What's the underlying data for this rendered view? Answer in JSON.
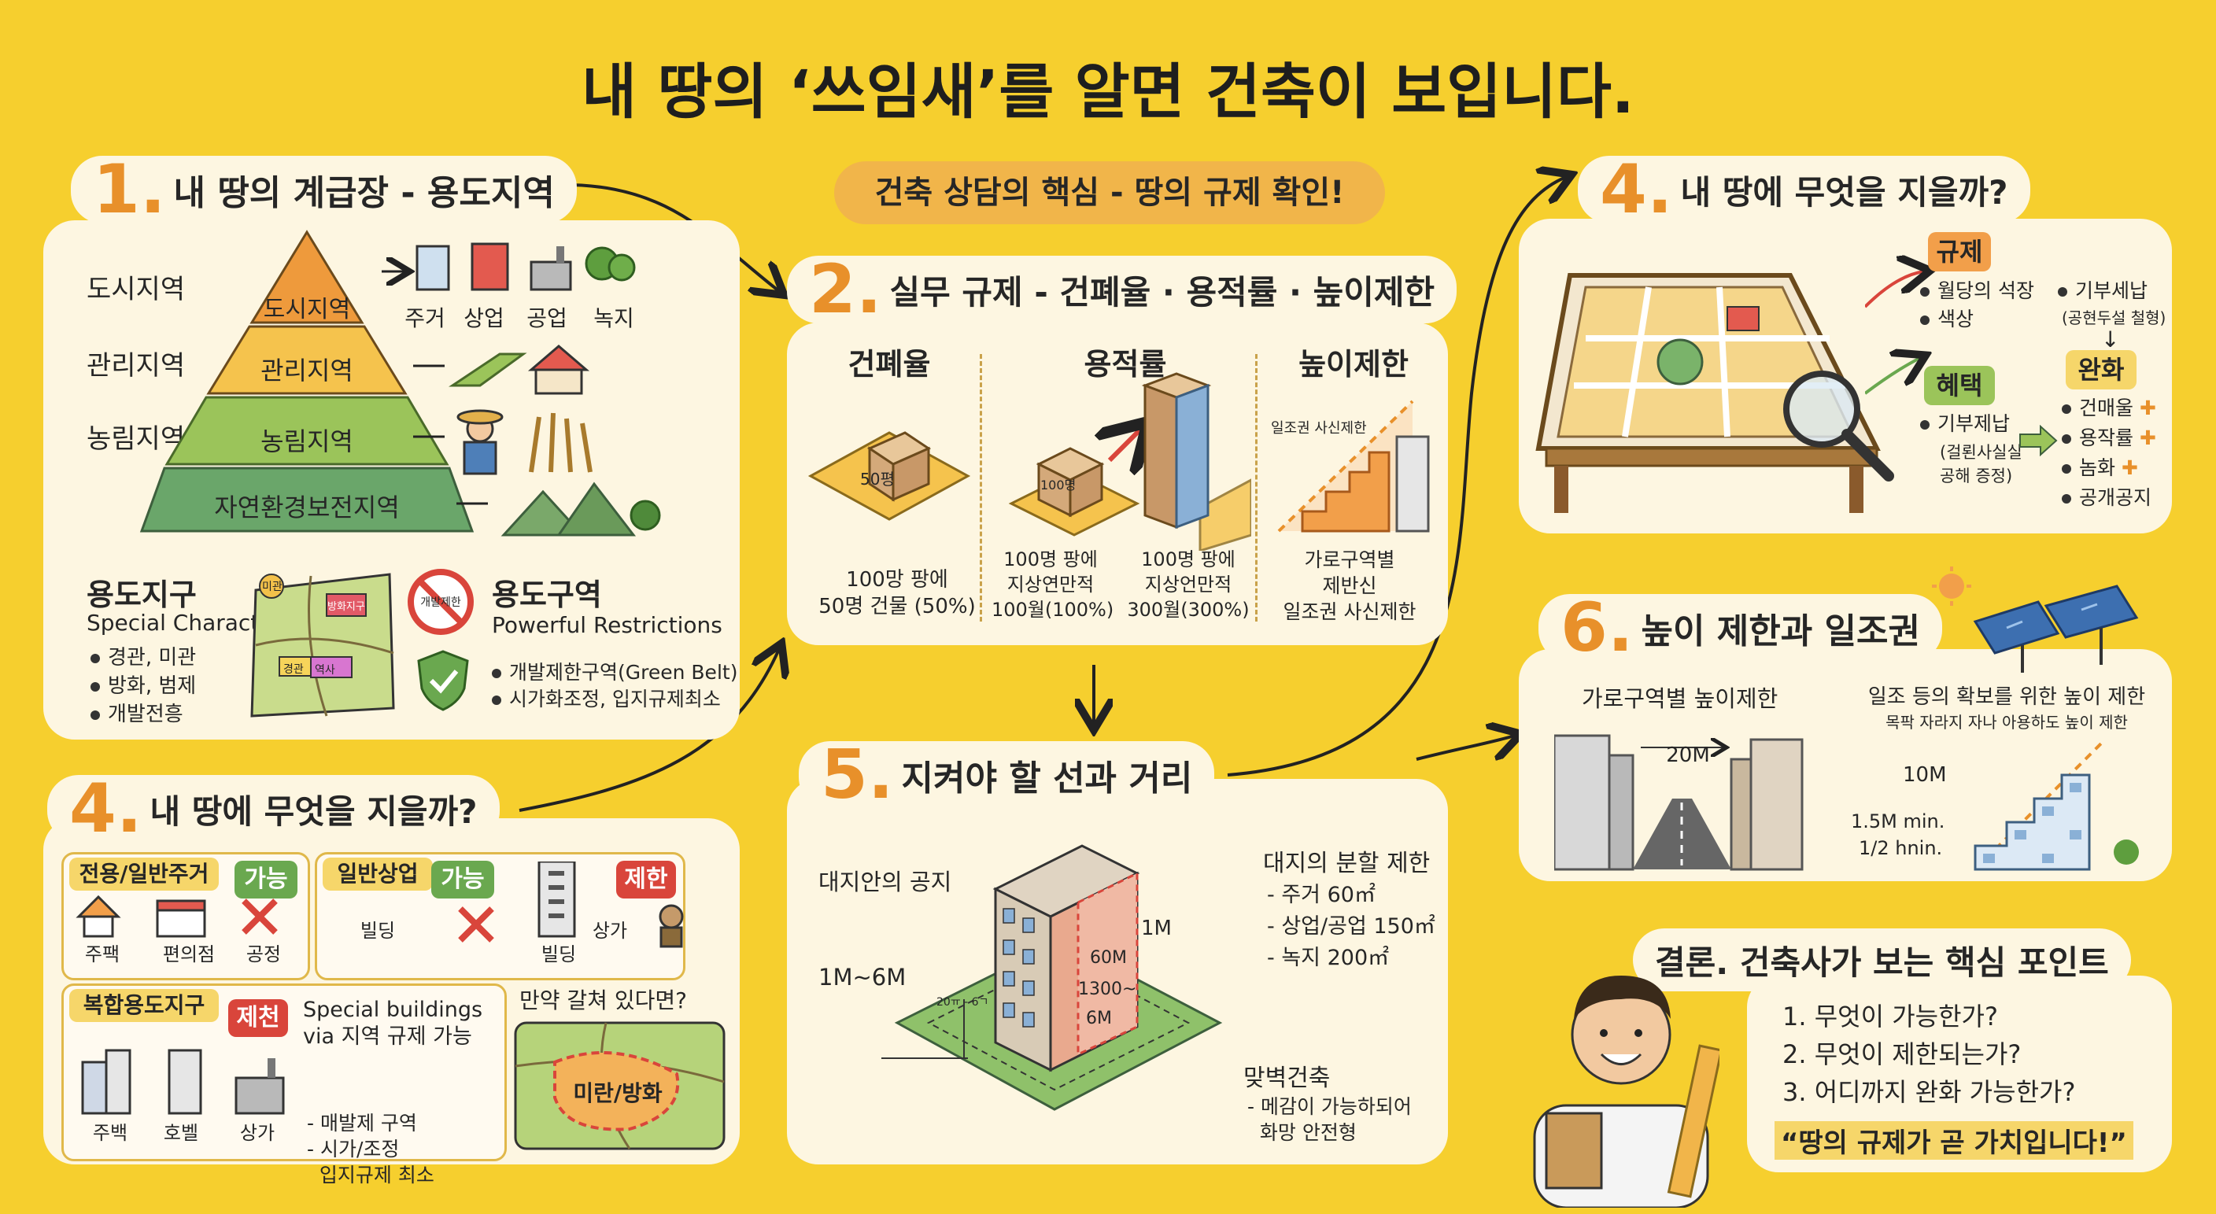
{
  "title": "내 땅의 ‘쓰임새’를 알면 건축이 보입니다.",
  "consult": "건축 상담의 핵심 - 땅의 규제 확인!",
  "s1": {
    "num": "1.",
    "heading": "내 땅의 계급장 - 용도지역",
    "rows": [
      "도시지역",
      "관리지역",
      "농림지역"
    ],
    "tiers": [
      "도시지역",
      "관리지역",
      "농림지역",
      "자연환경보전지역"
    ],
    "urban_uses": [
      "주거",
      "상업",
      "공업",
      "녹지"
    ],
    "district": {
      "title": "용도지구",
      "sub": "Special Character",
      "items": [
        "경관, 미관",
        "방화, 범제",
        "개발전흥"
      ],
      "map_labels": [
        "미관",
        "방화지구",
        "경관",
        "역사"
      ]
    },
    "zone": {
      "title": "용도구역",
      "sub": "Powerful Restrictions",
      "items": [
        "개발제한구역(Green Belt)",
        "시가화조정, 입지규제최소"
      ],
      "sign": "개발제한"
    }
  },
  "s2": {
    "num": "2.",
    "heading": "실무 규제 - 건폐율 · 용적률 · 높이제한",
    "cols": [
      {
        "title": "건폐율",
        "box": "50평",
        "caption": [
          "100망 팡에",
          "50명 건물 (50%)"
        ]
      },
      {
        "title": "용적률",
        "box": "100명",
        "caption": [
          "100명 팡에",
          "지상연만적",
          "100월(100%)"
        ],
        "caption2": [
          "100명 팡에",
          "지상언만적",
          "300월(300%)"
        ]
      },
      {
        "title": "높이제한",
        "note": "일조권 사신제한",
        "caption": [
          "가로구역별",
          "제반신",
          "일조권 사신제한"
        ]
      }
    ]
  },
  "s4a": {
    "num": "4.",
    "heading": "내 땅에 무엇을 지을까?",
    "res": {
      "title": "전용/일반주거",
      "ok": "가능",
      "items": [
        "주팩",
        "편의점",
        "공정"
      ]
    },
    "com": {
      "title": "일반상업",
      "ok": "가능",
      "no": "제한",
      "items": [
        "빌딩",
        "빌딩",
        "상가"
      ]
    },
    "mix": {
      "title": "복합용도지구",
      "no": "제천",
      "desc": [
        "Special buildings",
        "via 지역 규제 가능"
      ],
      "items": [
        "- 매발제 구역",
        "- 시가/조정",
        "  입지규제 최소"
      ],
      "icons": [
        "주백",
        "호벨",
        "상가"
      ]
    },
    "overlap": {
      "q": "만약 갈쳐 있다면?",
      "label": "미란/방화"
    }
  },
  "s5": {
    "num": "5.",
    "heading": "지켜야 할 선과 거리",
    "left_label": "대지안의 공지",
    "range": "1M~6M",
    "small": "20ㅠ - 6ㄱ",
    "dims": [
      "60M",
      "1300~",
      "6M",
      "1M"
    ],
    "split": {
      "title": "대지의 분할 제한",
      "items": [
        "주거 60㎡",
        "상업/공업 150㎡",
        "녹지 200㎡"
      ]
    },
    "wall": {
      "title": "맞벽건축",
      "items": [
        "메감이 가능하되어",
        "화망 안전형"
      ]
    }
  },
  "s4b": {
    "num": "4.",
    "heading": "내 땅에 무엇을 지을까?",
    "reg": {
      "title": "규제",
      "items": [
        "월당의 석장",
        "색상"
      ],
      "extra": "기부세납",
      "extra2": "(공현두설 철형)"
    },
    "ben": {
      "title": "혜택",
      "items": [
        "기부제납"
      ],
      "sub": [
        "(걸뢴사실실",
        "공해 증정)"
      ]
    },
    "relax": {
      "title": "완화",
      "items": [
        "건매울",
        "용작률",
        "놈화",
        "공개공지"
      ]
    }
  },
  "s6": {
    "num": "6.",
    "heading": "높이 제한과 일조권",
    "left": {
      "title": "가로구역별 높이제한",
      "width": "20M"
    },
    "right": {
      "title": "일조 등의 확보를 위한 높이 제한",
      "sub": "목팍 자라지 자나 아용하도 높이 제한",
      "h1": "10M",
      "h2": "1.5M min.",
      "h3": "1/2 hnin."
    }
  },
  "concl": {
    "heading": "결론. 건축사가 보는 핵심 포인트",
    "items": [
      "1. 무엇이 가능한가?",
      "2. 무엇이 제한되는가?",
      "3. 어디까지 완화 가능한가?"
    ],
    "quote": "“땅의 규제가 곧 가치입니다!”"
  },
  "colors": {
    "bg": "#f6cf2e",
    "panel": "#fdf6e1",
    "accent": "#e8902a",
    "green": "#6aa84f",
    "red": "#d9453b"
  }
}
